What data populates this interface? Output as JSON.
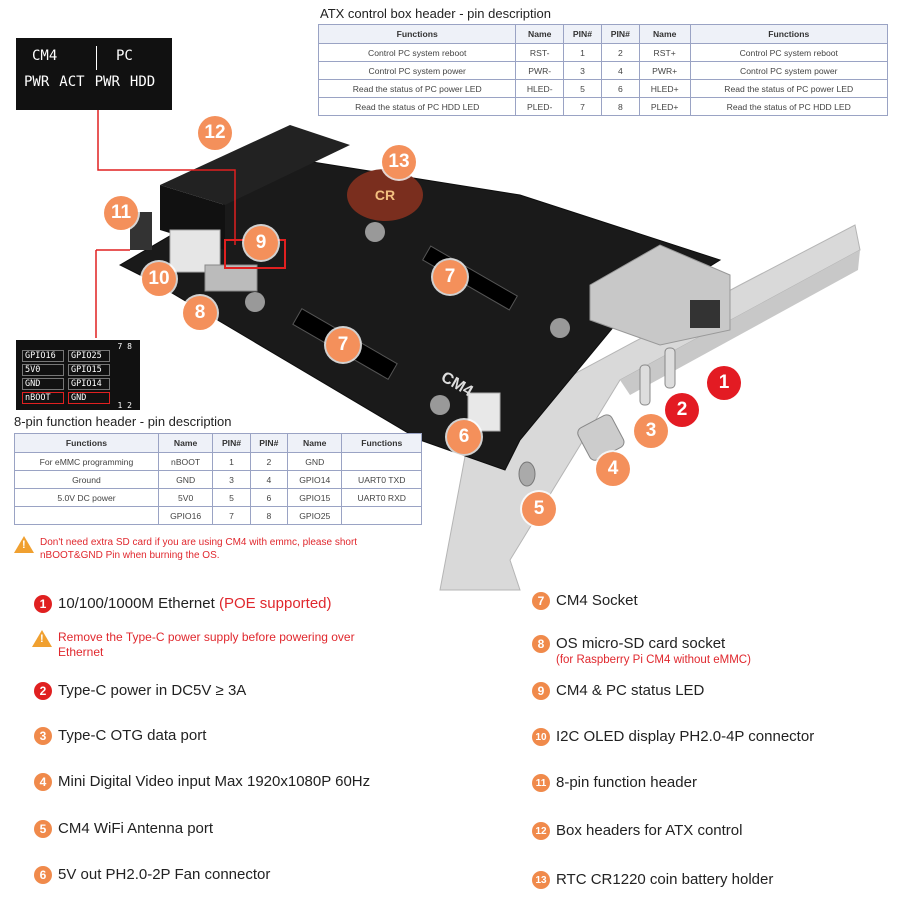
{
  "atx": {
    "title": "ATX control box header - pin description",
    "headers": [
      "Functions",
      "Name",
      "PIN#",
      "PIN#",
      "Name",
      "Functions"
    ],
    "rows": [
      [
        "Control PC system reboot",
        "RST-",
        "1",
        "2",
        "RST+",
        "Control PC system reboot"
      ],
      [
        "Control PC system power",
        "PWR-",
        "3",
        "4",
        "PWR+",
        "Control PC system power"
      ],
      [
        "Read the status of PC power LED",
        "HLED-",
        "5",
        "6",
        "HLED+",
        "Read the status of PC power LED"
      ],
      [
        "Read the status of PC HDD LED",
        "PLED-",
        "7",
        "8",
        "PLED+",
        "Read the status of PC HDD LED"
      ]
    ]
  },
  "pin8": {
    "title": "8-pin function header - pin description",
    "headers": [
      "Functions",
      "Name",
      "PIN#",
      "PIN#",
      "Name",
      "Functions"
    ],
    "rows": [
      [
        "For eMMC programming",
        "nBOOT",
        "1",
        "2",
        "GND",
        ""
      ],
      [
        "Ground",
        "GND",
        "3",
        "4",
        "GPIO14",
        "UART0 TXD"
      ],
      [
        "5.0V DC power",
        "5V0",
        "5",
        "6",
        "GPIO15",
        "UART0 RXD"
      ],
      [
        "",
        "GPIO16",
        "7",
        "8",
        "GPIO25",
        ""
      ]
    ]
  },
  "led_panel": {
    "cm4": "CM4",
    "pc": "PC",
    "labels": [
      "PWR",
      "ACT",
      "PWR",
      "HDD"
    ]
  },
  "gpio_panel": {
    "pins_top": [
      "7",
      "8"
    ],
    "pins_bottom": [
      "1",
      "2"
    ],
    "rows": [
      [
        "GPIO16",
        "GPIO25"
      ],
      [
        "5V0",
        "GPIO15"
      ],
      [
        "GND",
        "GPIO14"
      ],
      [
        "nBOOT",
        "GND"
      ]
    ]
  },
  "board": {
    "silk": "CM4",
    "rtc_mark": "CR"
  },
  "warning1": "Don't need extra SD card if you are using CM4 with emmc, please short nBOOT&GND Pin when burning the OS.",
  "legend": {
    "l1_main": "10/100/1000M Ethernet",
    "l1_red": "(POE supported)",
    "l1_warn": "Remove the Type-C power supply before powering over Ethernet",
    "l2": "Type-C power in DC5V ≥ 3A",
    "l3": "Type-C OTG data port",
    "l4": "Mini Digital Video input Max 1920x1080P 60Hz",
    "l5": "CM4 WiFi Antenna port",
    "l6": "5V out PH2.0-2P Fan connector",
    "l7": "CM4 Socket",
    "l8": "OS micro-SD card socket",
    "l8_sub": "(for Raspberry Pi CM4 without eMMC)",
    "l9": "CM4 & PC status LED",
    "l10": "I2C OLED display PH2.0-4P connector",
    "l11": "8-pin function header",
    "l12": "Box headers for ATX control",
    "l13": "RTC CR1220 coin battery holder"
  },
  "callouts": [
    "1",
    "2",
    "3",
    "4",
    "5",
    "6",
    "7",
    "8",
    "9",
    "10",
    "11",
    "12",
    "13"
  ],
  "colors": {
    "accent_orange": "#f08a4b",
    "accent_red": "#e02020",
    "board": "#1a1a1a"
  }
}
